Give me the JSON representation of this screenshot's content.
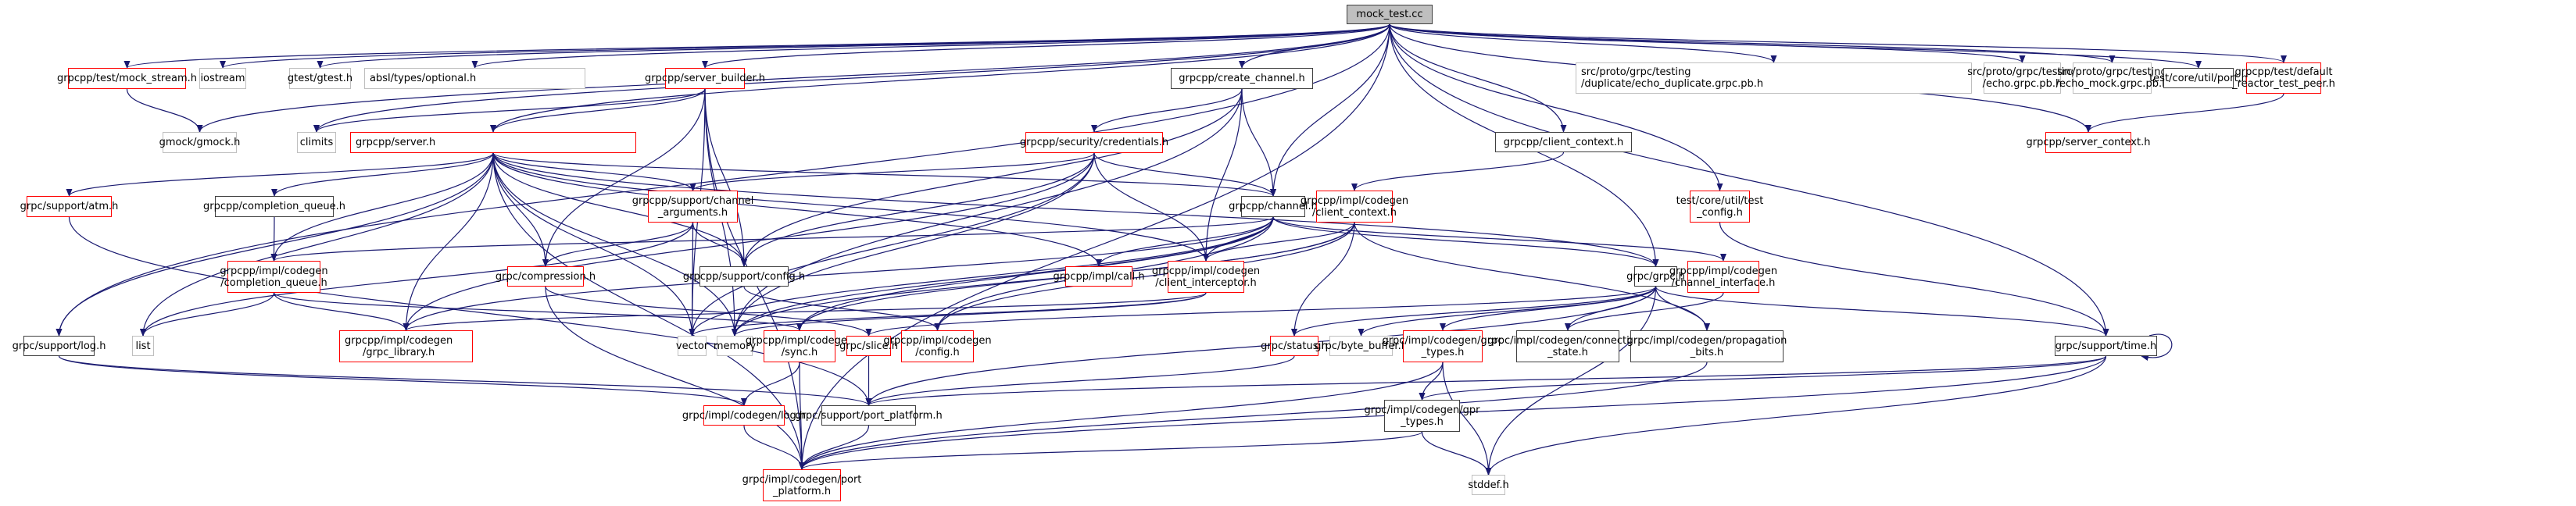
{
  "graph": {
    "title": "mock_test.cc",
    "edge_color": "#191970",
    "legend_colors": {
      "main": "#bfbfbf",
      "documented": "#404040",
      "truncated": "#ff0000",
      "external": "#bfbfbf"
    },
    "nodes": [
      {
        "id": "mock_test",
        "label": "mock_test.cc",
        "kind": "main"
      },
      {
        "id": "mock_stream",
        "label": "grpcpp/test/mock_stream.h",
        "kind": "red"
      },
      {
        "id": "iostream",
        "label": "iostream",
        "kind": "ext"
      },
      {
        "id": "gtest",
        "label": "gtest/gtest.h",
        "kind": "ext"
      },
      {
        "id": "optional",
        "label": "absl/types/optional.h",
        "kind": "ext"
      },
      {
        "id": "server_builder",
        "label": "grpcpp/server_builder.h",
        "kind": "red"
      },
      {
        "id": "create_channel",
        "label": "grpcpp/create_channel.h",
        "kind": "doc"
      },
      {
        "id": "echo_dup",
        "label": "src/proto/grpc/testing\n/duplicate/echo_duplicate.grpc.pb.h",
        "kind": "ext"
      },
      {
        "id": "echo",
        "label": "src/proto/grpc/testing\n/echo.grpc.pb.h",
        "kind": "ext"
      },
      {
        "id": "echo_mock",
        "label": "src/proto/grpc/testing\n/echo_mock.grpc.pb.h",
        "kind": "ext"
      },
      {
        "id": "port",
        "label": "test/core/util/port.h",
        "kind": "doc"
      },
      {
        "id": "default_reactor",
        "label": "grpcpp/test/default\n_reactor_test_peer.h",
        "kind": "red"
      },
      {
        "id": "gmock",
        "label": "gmock/gmock.h",
        "kind": "ext"
      },
      {
        "id": "climits",
        "label": "climits",
        "kind": "ext"
      },
      {
        "id": "server",
        "label": "grpcpp/server.h",
        "kind": "red"
      },
      {
        "id": "credentials",
        "label": "grpcpp/security/credentials.h",
        "kind": "red"
      },
      {
        "id": "client_context",
        "label": "grpcpp/client_context.h",
        "kind": "doc"
      },
      {
        "id": "server_context",
        "label": "grpcpp/server_context.h",
        "kind": "red"
      },
      {
        "id": "atm",
        "label": "grpc/support/atm.h",
        "kind": "red"
      },
      {
        "id": "completion_queue",
        "label": "grpcpp/completion_queue.h",
        "kind": "doc"
      },
      {
        "id": "channel_arguments",
        "label": "grpcpp/support/channel\n_arguments.h",
        "kind": "red"
      },
      {
        "id": "channel",
        "label": "grpcpp/channel.h",
        "kind": "doc"
      },
      {
        "id": "cg_client_context",
        "label": "grpcpp/impl/codegen\n/client_context.h",
        "kind": "red"
      },
      {
        "id": "test_config",
        "label": "test/core/util/test\n_config.h",
        "kind": "red"
      },
      {
        "id": "cg_completion_queue",
        "label": "grpcpp/impl/codegen\n/completion_queue.h",
        "kind": "red"
      },
      {
        "id": "compression",
        "label": "grpc/compression.h",
        "kind": "red"
      },
      {
        "id": "config",
        "label": "grpcpp/support/config.h",
        "kind": "doc"
      },
      {
        "id": "call",
        "label": "grpcpp/impl/call.h",
        "kind": "red"
      },
      {
        "id": "client_interceptor",
        "label": "grpcpp/impl/codegen\n/client_interceptor.h",
        "kind": "red"
      },
      {
        "id": "grpc_h",
        "label": "grpc/grpc.h",
        "kind": "doc"
      },
      {
        "id": "channel_interface",
        "label": "grpcpp/impl/codegen\n/channel_interface.h",
        "kind": "red"
      },
      {
        "id": "log",
        "label": "grpc/support/log.h",
        "kind": "doc"
      },
      {
        "id": "list",
        "label": "list",
        "kind": "ext"
      },
      {
        "id": "grpc_library",
        "label": "grpcpp/impl/codegen\n/grpc_library.h",
        "kind": "red"
      },
      {
        "id": "vector",
        "label": "vector",
        "kind": "ext"
      },
      {
        "id": "memory",
        "label": "memory",
        "kind": "ext"
      },
      {
        "id": "sync",
        "label": "grpcpp/impl/codegen\n/sync.h",
        "kind": "red"
      },
      {
        "id": "slice",
        "label": "grpc/slice.h",
        "kind": "red"
      },
      {
        "id": "cg_config",
        "label": "grpcpp/impl/codegen\n/config.h",
        "kind": "red"
      },
      {
        "id": "status",
        "label": "grpc/status.h",
        "kind": "red"
      },
      {
        "id": "byte_buffer",
        "label": "grpc/byte_buffer.h",
        "kind": "ext"
      },
      {
        "id": "grpc_types",
        "label": "grpc/impl/codegen/grpc\n_types.h",
        "kind": "red"
      },
      {
        "id": "connectivity",
        "label": "grpc/impl/codegen/connectivity\n_state.h",
        "kind": "doc"
      },
      {
        "id": "propagation",
        "label": "grpc/impl/codegen/propagation\n_bits.h",
        "kind": "doc"
      },
      {
        "id": "time",
        "label": "grpc/support/time.h",
        "kind": "doc"
      },
      {
        "id": "cg_log",
        "label": "grpc/impl/codegen/log.h",
        "kind": "red"
      },
      {
        "id": "port_platform",
        "label": "grpc/support/port_platform.h",
        "kind": "doc"
      },
      {
        "id": "gpr_types",
        "label": "grpc/impl/codegen/gpr\n_types.h",
        "kind": "doc"
      },
      {
        "id": "cg_port_platform",
        "label": "grpc/impl/codegen/port\n_platform.h",
        "kind": "red"
      },
      {
        "id": "stddef",
        "label": "stddef.h",
        "kind": "ext"
      }
    ],
    "edges": [
      [
        "mock_test",
        "mock_stream"
      ],
      [
        "mock_test",
        "iostream"
      ],
      [
        "mock_test",
        "gtest"
      ],
      [
        "mock_test",
        "optional"
      ],
      [
        "mock_test",
        "server_builder"
      ],
      [
        "mock_test",
        "create_channel"
      ],
      [
        "mock_test",
        "echo_dup"
      ],
      [
        "mock_test",
        "echo"
      ],
      [
        "mock_test",
        "echo_mock"
      ],
      [
        "mock_test",
        "port"
      ],
      [
        "mock_test",
        "default_reactor"
      ],
      [
        "mock_test",
        "gmock"
      ],
      [
        "mock_test",
        "climits"
      ],
      [
        "mock_test",
        "server"
      ],
      [
        "mock_test",
        "client_context"
      ],
      [
        "mock_test",
        "server_context"
      ],
      [
        "mock_test",
        "channel"
      ],
      [
        "mock_test",
        "grpc_h"
      ],
      [
        "mock_test",
        "test_config"
      ],
      [
        "mock_test",
        "time"
      ],
      [
        "mock_test",
        "log"
      ],
      [
        "mock_test",
        "cg_port_platform"
      ],
      [
        "mock_stream",
        "gmock"
      ],
      [
        "default_reactor",
        "server_context"
      ],
      [
        "server_builder",
        "climits"
      ],
      [
        "server_builder",
        "server"
      ],
      [
        "server_builder",
        "compression"
      ],
      [
        "server_builder",
        "config"
      ],
      [
        "server_builder",
        "vector"
      ],
      [
        "server_builder",
        "memory"
      ],
      [
        "server_builder",
        "cg_port_platform"
      ],
      [
        "create_channel",
        "credentials"
      ],
      [
        "create_channel",
        "channel"
      ],
      [
        "create_channel",
        "config"
      ],
      [
        "create_channel",
        "client_interceptor"
      ],
      [
        "create_channel",
        "memory"
      ],
      [
        "server",
        "atm"
      ],
      [
        "server",
        "completion_queue"
      ],
      [
        "server",
        "cg_completion_queue"
      ],
      [
        "server",
        "list"
      ],
      [
        "server",
        "compression"
      ],
      [
        "server",
        "channel_arguments"
      ],
      [
        "server",
        "config"
      ],
      [
        "server",
        "channel"
      ],
      [
        "server",
        "call"
      ],
      [
        "server",
        "client_interceptor"
      ],
      [
        "server",
        "grpc_h"
      ],
      [
        "server",
        "grpc_library"
      ],
      [
        "server",
        "vector"
      ],
      [
        "server",
        "memory"
      ],
      [
        "server",
        "log"
      ],
      [
        "server",
        "cg_port_platform"
      ],
      [
        "credentials",
        "channel_arguments"
      ],
      [
        "credentials",
        "channel"
      ],
      [
        "credentials",
        "config"
      ],
      [
        "credentials",
        "client_interceptor"
      ],
      [
        "credentials",
        "grpc_library"
      ],
      [
        "credentials",
        "vector"
      ],
      [
        "credentials",
        "memory"
      ],
      [
        "client_context",
        "cg_client_context"
      ],
      [
        "cg_client_context",
        "client_interceptor"
      ],
      [
        "cg_client_context",
        "propagation"
      ],
      [
        "cg_client_context",
        "memory"
      ],
      [
        "cg_client_context",
        "sync"
      ],
      [
        "cg_client_context",
        "cg_config"
      ],
      [
        "cg_client_context",
        "status"
      ],
      [
        "test_config",
        "time"
      ],
      [
        "atm",
        "port_platform"
      ],
      [
        "completion_queue",
        "cg_completion_queue"
      ],
      [
        "cg_completion_queue",
        "list"
      ],
      [
        "cg_completion_queue",
        "grpc_library"
      ],
      [
        "cg_completion_queue",
        "sync"
      ],
      [
        "channel_arguments",
        "compression"
      ],
      [
        "channel_arguments",
        "config"
      ],
      [
        "channel_arguments",
        "vector"
      ],
      [
        "channel_arguments",
        "list"
      ],
      [
        "channel",
        "cg_completion_queue"
      ],
      [
        "channel",
        "call"
      ],
      [
        "channel",
        "client_interceptor"
      ],
      [
        "channel",
        "grpc_h"
      ],
      [
        "channel",
        "channel_interface"
      ],
      [
        "channel",
        "memory"
      ],
      [
        "channel",
        "grpc_library"
      ],
      [
        "channel",
        "sync"
      ],
      [
        "channel",
        "cg_config"
      ],
      [
        "channel",
        "vector"
      ],
      [
        "compression",
        "cg_port_platform"
      ],
      [
        "compression",
        "slice"
      ],
      [
        "config",
        "cg_config"
      ],
      [
        "client_interceptor",
        "vector"
      ],
      [
        "client_interceptor",
        "memory"
      ],
      [
        "client_interceptor",
        "grpc_library"
      ],
      [
        "grpc_h",
        "port_platform"
      ],
      [
        "grpc_h",
        "status"
      ],
      [
        "grpc_h",
        "byte_buffer"
      ],
      [
        "grpc_h",
        "grpc_types"
      ],
      [
        "grpc_h",
        "connectivity"
      ],
      [
        "grpc_h",
        "propagation"
      ],
      [
        "grpc_h",
        "time"
      ],
      [
        "grpc_h",
        "slice"
      ],
      [
        "grpc_h",
        "stddef"
      ],
      [
        "channel_interface",
        "connectivity"
      ],
      [
        "log",
        "port_platform"
      ],
      [
        "log",
        "cg_log"
      ],
      [
        "sync",
        "cg_log"
      ],
      [
        "sync",
        "cg_port_platform"
      ],
      [
        "slice",
        "port_platform"
      ],
      [
        "status",
        "port_platform"
      ],
      [
        "grpc_types",
        "gpr_types"
      ],
      [
        "grpc_types",
        "stddef"
      ],
      [
        "grpc_types",
        "cg_port_platform"
      ],
      [
        "propagation",
        "cg_port_platform"
      ],
      [
        "time",
        "time"
      ],
      [
        "time",
        "port_platform"
      ],
      [
        "time",
        "gpr_types"
      ],
      [
        "time",
        "stddef"
      ],
      [
        "time",
        "cg_port_platform"
      ],
      [
        "cg_log",
        "cg_port_platform"
      ],
      [
        "port_platform",
        "cg_port_platform"
      ],
      [
        "gpr_types",
        "stddef"
      ],
      [
        "gpr_types",
        "cg_port_platform"
      ]
    ]
  }
}
